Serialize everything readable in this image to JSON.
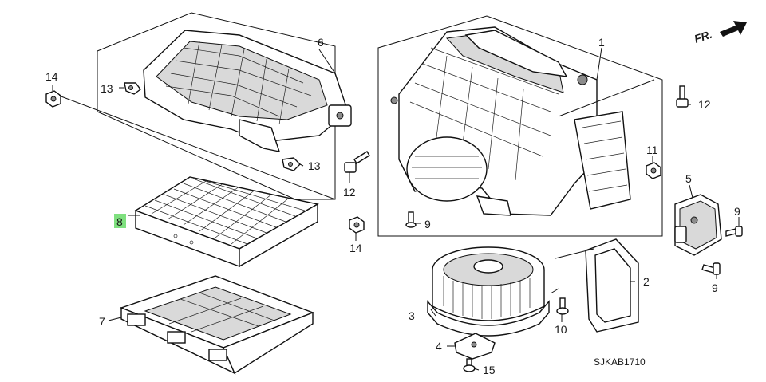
{
  "diagram": {
    "code": "SJKAB1710",
    "front_marker": "FR.",
    "highlighted_callout": "8",
    "callouts": {
      "c1": "1",
      "c2": "2",
      "c3": "3",
      "c4": "4",
      "c5": "5",
      "c6": "6",
      "c7": "7",
      "c8": "8",
      "c9a": "9",
      "c9b": "9",
      "c9c": "9",
      "c10": "10",
      "c11": "11",
      "c12a": "12",
      "c12b": "12",
      "c13a": "13",
      "c13b": "13",
      "c14a": "14",
      "c14b": "14",
      "c15": "15"
    }
  },
  "colors": {
    "highlight": "#7fe07f",
    "line": "#111111"
  }
}
